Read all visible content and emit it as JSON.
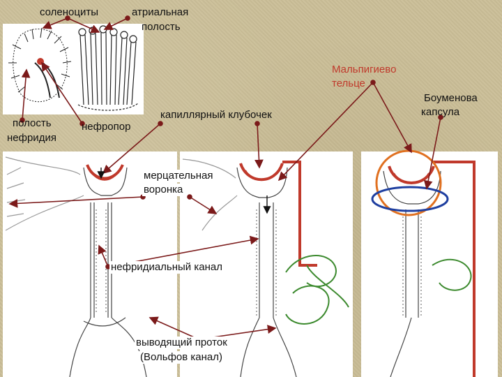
{
  "labels": {
    "solenocytes": "соленоциты",
    "atrial_cavity_1": "атриальная",
    "atrial_cavity_2": "полость",
    "nephridium_cavity_1": "полость",
    "nephridium_cavity_2": "нефридия",
    "nephropore": "нефропор",
    "capillary_glomerulus": "капиллярный клубочек",
    "malpighian_1": "Мальпигиево",
    "malpighian_2": "тельце",
    "bowman_1": "Боуменова",
    "bowman_2": "капсула",
    "ciliated_funnel_1": "мерцательная",
    "ciliated_funnel_2": "воронка",
    "nephridial_canal": "нефридиальный канал",
    "excretory_duct_1": "выводящий проток",
    "excretory_duct_2": "(Вольфов канал)"
  },
  "colors": {
    "background": "#cbbf98",
    "arrow": "#7b1a1a",
    "blood_vessel": "#c0392b",
    "duct": "#3c8a2e",
    "capsule_ring": "#e07020",
    "capsule_ellipse": "#1f3fa0",
    "label_red": "#c0392b"
  }
}
